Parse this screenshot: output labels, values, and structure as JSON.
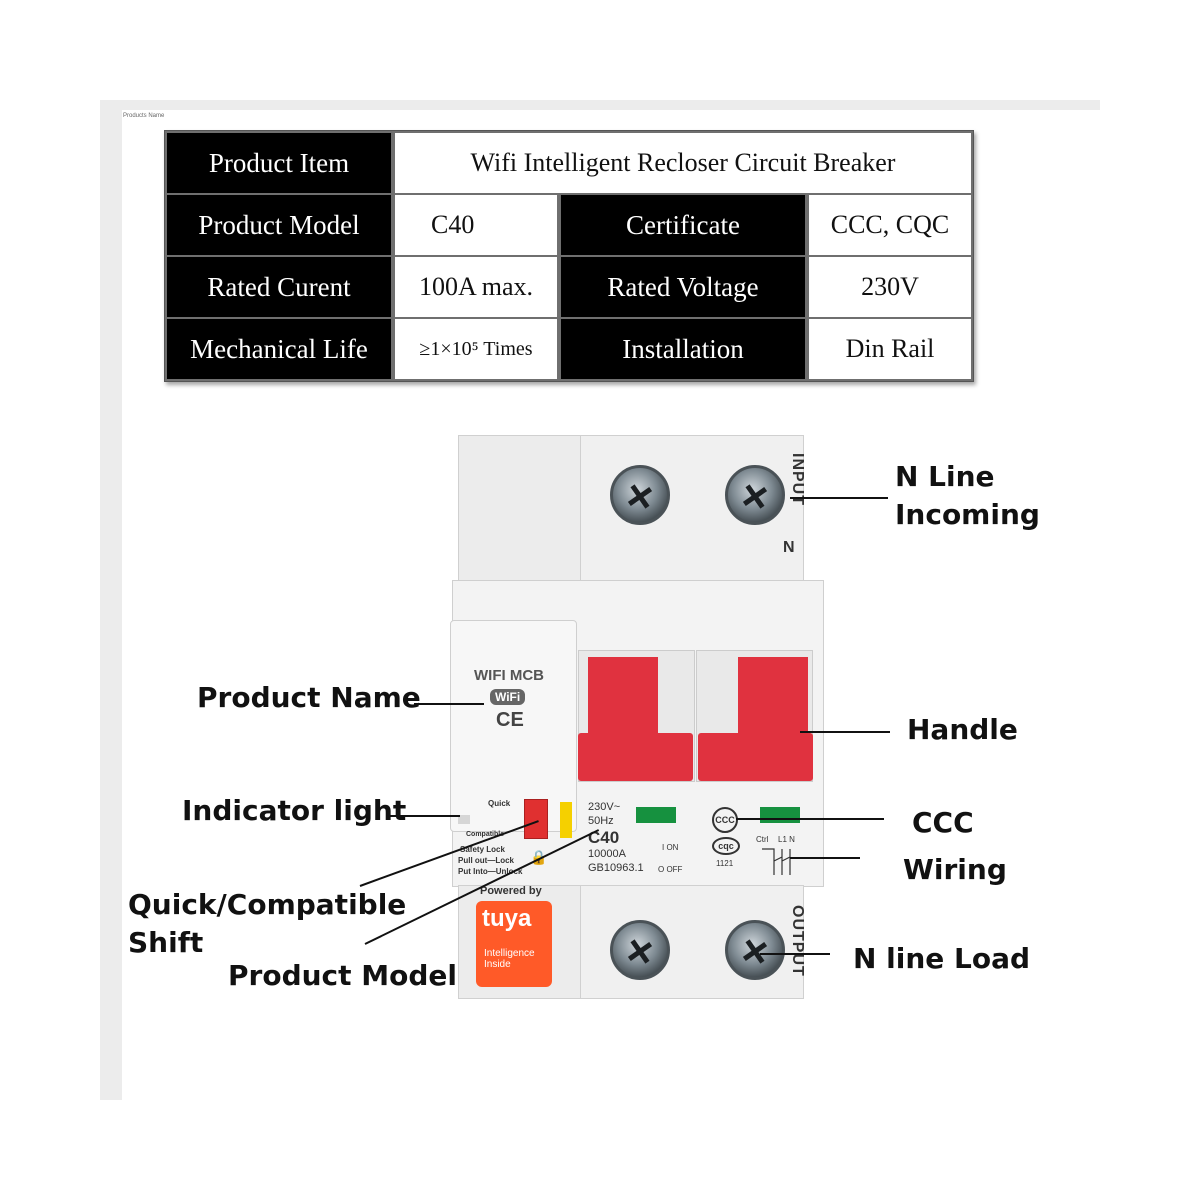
{
  "caption": "Products Name",
  "spec": {
    "product_item_label": "Product Item",
    "product_item_value": "Wifi Intelligent Recloser Circuit Breaker",
    "product_model_label": "Product Model",
    "product_model_value": "C40",
    "certificate_label": "Certificate",
    "certificate_value": "CCC, CQC",
    "rated_current_label": "Rated Curent",
    "rated_current_value": "100A max.",
    "rated_voltage_label": "Rated Voltage",
    "rated_voltage_value": "230V",
    "mechanical_life_label": "Mechanical Life",
    "mechanical_life_value": "≥1×10⁵ Times",
    "installation_label": "Installation",
    "installation_value": "Din Rail"
  },
  "device": {
    "input_text": "INPUT",
    "n_top": "N",
    "output_text": "OUTPUT",
    "wifi_mcb": "WIFI MCB",
    "wifi_badge": "WiFi",
    "ce_mark": "CE",
    "quick": "Quick",
    "compatible": "Compatible",
    "safety_lock": "Safety Lock",
    "pull_out_lock": "Pull out—Lock",
    "put_into_unlock": "Put Into—Unlock",
    "voltage": "230V~",
    "frequency": "50Hz",
    "model": "C40",
    "breaking_capacity": "10000A",
    "standard": "GB10963.1",
    "on": "I ON",
    "off": "O OFF",
    "ccc_mark": "CCC",
    "cqc_mark": "cqc",
    "cqc_code": "1121",
    "wiring_ctrl": "Ctrl",
    "wiring_terms": "L1 N",
    "powered_by": "Powered by",
    "tuya": "tuya",
    "intelligence_inside": "Intelligence Inside",
    "colors": {
      "handle": "#e0323f",
      "indicator_window": "#16913f",
      "quick_button": "#e03030",
      "tuya_orange": "#ff5a28",
      "body": "#eeeeee"
    }
  },
  "annotations": {
    "n_line_incoming": [
      "N Line",
      "Incoming"
    ],
    "product_name": "Product Name",
    "handle": "Handle",
    "indicator_light": "Indicator light",
    "ccc": "CCC",
    "wiring": "Wiring",
    "quick_compatible_shift": [
      "Quick/Compatible",
      "Shift"
    ],
    "product_model": "Product Model",
    "n_line_load": "N line Load"
  }
}
